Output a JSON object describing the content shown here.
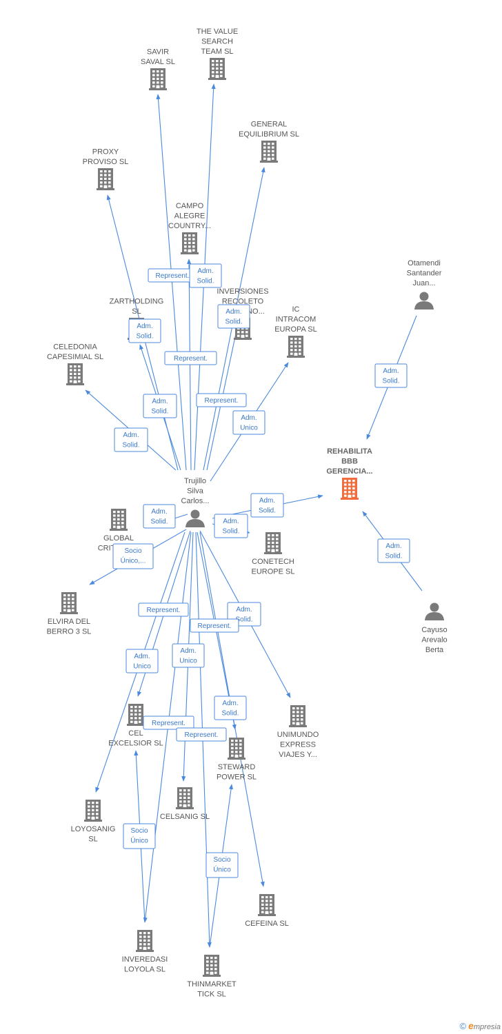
{
  "colors": {
    "edge": "#4a89dc",
    "company_icon": "#7a7a7a",
    "focus_company_icon": "#f26d3d",
    "person_icon": "#7a7a7a",
    "label": "#555555"
  },
  "nodes": [
    {
      "id": "savir",
      "kind": "company",
      "lines": [
        "SAVIR",
        "SAVAL SL"
      ]
    },
    {
      "id": "value",
      "kind": "company",
      "lines": [
        "THE VALUE",
        "SEARCH",
        "TEAM  SL"
      ]
    },
    {
      "id": "general",
      "kind": "company",
      "lines": [
        "GENERAL",
        "EQUILIBRIUM SL"
      ]
    },
    {
      "id": "proxy",
      "kind": "company",
      "lines": [
        "PROXY",
        "PROVISO SL"
      ]
    },
    {
      "id": "campo",
      "kind": "company",
      "lines": [
        "CAMPO",
        "ALEGRE",
        "COUNTRY..."
      ]
    },
    {
      "id": "inversiones",
      "kind": "company",
      "lines": [
        "INVERSIONES",
        "RECOLETO",
        "SERRANO..."
      ]
    },
    {
      "id": "zartholding",
      "kind": "company",
      "lines": [
        "ZARTHOLDING",
        "SL"
      ]
    },
    {
      "id": "intracom",
      "kind": "company",
      "lines": [
        "IC",
        "INTRACOM",
        "EUROPA  SL"
      ]
    },
    {
      "id": "celedonia",
      "kind": "company",
      "lines": [
        "CELEDONIA",
        "CAPESIMIAL  SL"
      ]
    },
    {
      "id": "otamendi",
      "kind": "person",
      "lines": [
        "Otamendi",
        "Santander",
        "Juan..."
      ]
    },
    {
      "id": "rehabilita",
      "kind": "focus",
      "lines": [
        "REHABILITA",
        "BBB",
        "GERENCIA..."
      ]
    },
    {
      "id": "trujillo",
      "kind": "person",
      "lines": [
        "Trujillo",
        "Silva",
        "Carlos..."
      ]
    },
    {
      "id": "global",
      "kind": "company",
      "lines": [
        "GLOBAL",
        "CRITERIA..."
      ]
    },
    {
      "id": "conetech",
      "kind": "company",
      "lines": [
        "CONETECH",
        "EUROPE SL"
      ]
    },
    {
      "id": "cayuso",
      "kind": "person",
      "lines": [
        "Cayuso",
        "Arevalo",
        "Berta"
      ]
    },
    {
      "id": "elvira",
      "kind": "company",
      "lines": [
        "ELVIRA DEL",
        "BERRO 3  SL"
      ]
    },
    {
      "id": "unimundo",
      "kind": "company",
      "lines": [
        "UNIMUNDO",
        "EXPRESS",
        "VIAJES Y..."
      ]
    },
    {
      "id": "cel",
      "kind": "company",
      "lines": [
        "CEL",
        "EXCELSIOR SL"
      ]
    },
    {
      "id": "steward",
      "kind": "company",
      "lines": [
        "STEWARD",
        "POWER SL"
      ]
    },
    {
      "id": "loyosanig",
      "kind": "company",
      "lines": [
        "LOYOSANIG",
        "SL"
      ]
    },
    {
      "id": "celsanig",
      "kind": "company",
      "lines": [
        "CELSANIG  SL"
      ]
    },
    {
      "id": "cefeina",
      "kind": "company",
      "lines": [
        "CEFEINA  SL"
      ]
    },
    {
      "id": "inveredasi",
      "kind": "company",
      "lines": [
        "INVEREDASI",
        "LOYOLA SL"
      ]
    },
    {
      "id": "thinmarket",
      "kind": "company",
      "lines": [
        "THINMARKET",
        "TICK SL"
      ]
    }
  ],
  "edges": [
    {
      "from": "trujillo",
      "to": "savir"
    },
    {
      "from": "trujillo",
      "to": "value"
    },
    {
      "from": "trujillo",
      "to": "general"
    },
    {
      "from": "trujillo",
      "to": "proxy"
    },
    {
      "from": "trujillo",
      "to": "campo"
    },
    {
      "from": "trujillo",
      "to": "inversiones"
    },
    {
      "from": "trujillo",
      "to": "zartholding"
    },
    {
      "from": "trujillo",
      "to": "intracom"
    },
    {
      "from": "trujillo",
      "to": "celedonia"
    },
    {
      "from": "otamendi",
      "to": "rehabilita"
    },
    {
      "from": "trujillo",
      "to": "rehabilita"
    },
    {
      "from": "cayuso",
      "to": "rehabilita"
    },
    {
      "from": "trujillo",
      "to": "global"
    },
    {
      "from": "trujillo",
      "to": "conetech"
    },
    {
      "from": "trujillo",
      "to": "elvira"
    },
    {
      "from": "trujillo",
      "to": "unimundo"
    },
    {
      "from": "trujillo",
      "to": "cel"
    },
    {
      "from": "trujillo",
      "to": "steward"
    },
    {
      "from": "trujillo",
      "to": "loyosanig"
    },
    {
      "from": "trujillo",
      "to": "celsanig"
    },
    {
      "from": "trujillo",
      "to": "cefeina"
    },
    {
      "from": "trujillo",
      "to": "inveredasi"
    },
    {
      "from": "trujillo",
      "to": "thinmarket"
    },
    {
      "from": "inveredasi",
      "to": "cel"
    },
    {
      "from": "thinmarket",
      "to": "steward"
    }
  ],
  "tags": [
    {
      "lines": [
        "Represent."
      ]
    },
    {
      "lines": [
        "Adm.",
        "Solid."
      ]
    },
    {
      "lines": [
        "Adm.",
        "Solid."
      ]
    },
    {
      "lines": [
        "Adm.",
        "Solid."
      ]
    },
    {
      "lines": [
        "Represent."
      ]
    },
    {
      "lines": [
        "Adm.",
        "Solid."
      ]
    },
    {
      "lines": [
        "Represent."
      ]
    },
    {
      "lines": [
        "Adm.",
        "Unico"
      ]
    },
    {
      "lines": [
        "Adm.",
        "Solid."
      ]
    },
    {
      "lines": [
        "Adm.",
        "Solid."
      ]
    },
    {
      "lines": [
        "Adm.",
        "Solid."
      ]
    },
    {
      "lines": [
        "Adm.",
        "Solid."
      ]
    },
    {
      "lines": [
        "Adm.",
        "Solid."
      ]
    },
    {
      "lines": [
        "Adm.",
        "Solid."
      ]
    },
    {
      "lines": [
        "Socio",
        "Único,..."
      ]
    },
    {
      "lines": [
        "Represent."
      ]
    },
    {
      "lines": [
        "Adm.",
        "Solid."
      ]
    },
    {
      "lines": [
        "Represent."
      ]
    },
    {
      "lines": [
        "Adm.",
        "Unico"
      ]
    },
    {
      "lines": [
        "Adm.",
        "Unico"
      ]
    },
    {
      "lines": [
        "Adm.",
        "Solid."
      ]
    },
    {
      "lines": [
        "Represent."
      ]
    },
    {
      "lines": [
        "Represent."
      ]
    },
    {
      "lines": [
        "Socio",
        "Único"
      ]
    },
    {
      "lines": [
        "Socio",
        "Único"
      ]
    }
  ],
  "brand": {
    "copyright": "©",
    "initial": "e",
    "rest": "mpresia"
  }
}
